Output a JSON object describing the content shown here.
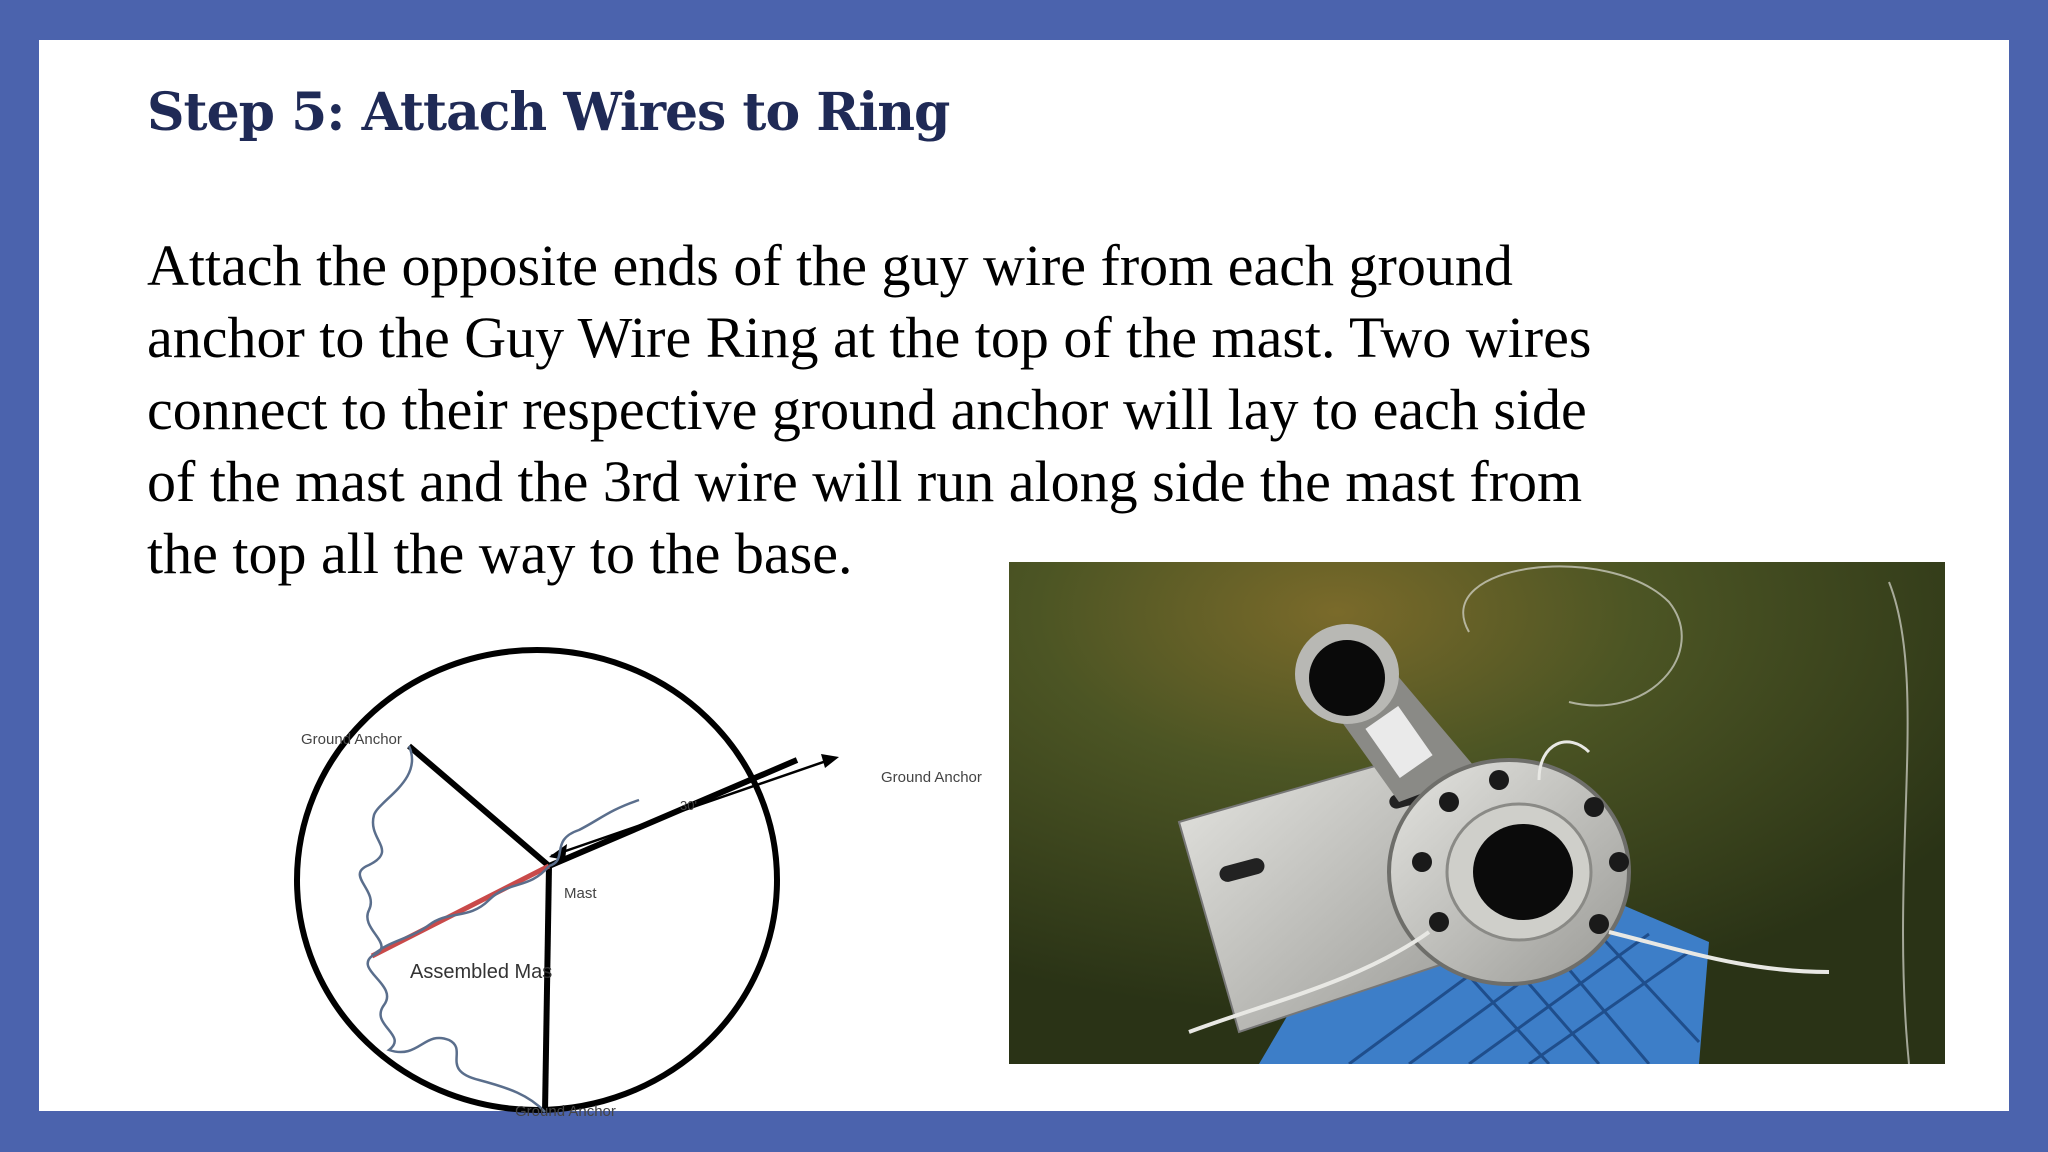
{
  "slide": {
    "title": "Step 5: Attach Wires to Ring",
    "body_lines": [
      "Attach the opposite ends of the guy wire from each ground",
      "anchor to the Guy Wire Ring at the top of the mast. Two wires",
      "connect to their respective ground anchor will lay to each side",
      "of the mast and the 3rd wire will run along side the mast from",
      "the top all the way to the base."
    ]
  },
  "diagram": {
    "labels": {
      "ground_anchor_top_left": "Ground Anchor",
      "ground_anchor_right": "Ground Anchor",
      "ground_anchor_bottom": "Ground Anchor",
      "distance": "30'",
      "mast": "Mast",
      "assembled_mast": "Assembled Mas"
    },
    "colors": {
      "circle": "#000000",
      "wire": "#5a6e8c",
      "assembled_mast_line": "#c94a4a"
    }
  },
  "photo": {
    "colors": {
      "grass": "#3d4a1f",
      "grass_highlight": "#7a6a2a",
      "crate": "#3d7ec8",
      "metal": "#c8c8c4"
    }
  }
}
